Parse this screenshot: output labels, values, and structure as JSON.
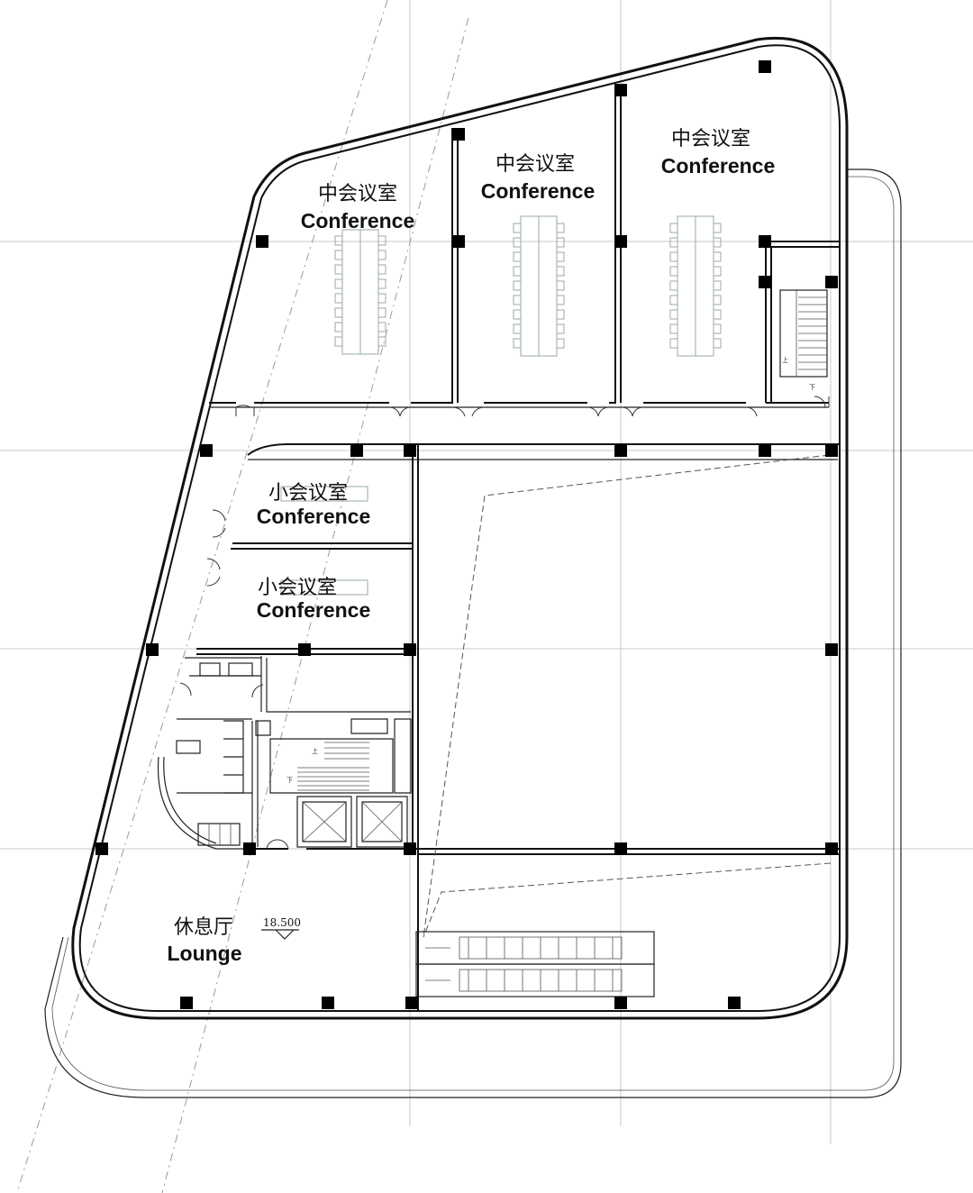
{
  "rooms": [
    {
      "id": "conf1",
      "cn": "中会议室",
      "en": "Conference"
    },
    {
      "id": "conf2",
      "cn": "中会议室",
      "en": "Conference"
    },
    {
      "id": "conf3",
      "cn": "中会议室",
      "en": "Conference"
    },
    {
      "id": "small1",
      "cn": "小会议室",
      "en": "Conference"
    },
    {
      "id": "small2",
      "cn": "小会议室",
      "en": "Conference"
    },
    {
      "id": "lounge",
      "cn": "休息厅",
      "en": "Lounge"
    }
  ],
  "level_mark": "18.500",
  "stair_marks": {
    "up": "上",
    "down": "下"
  }
}
